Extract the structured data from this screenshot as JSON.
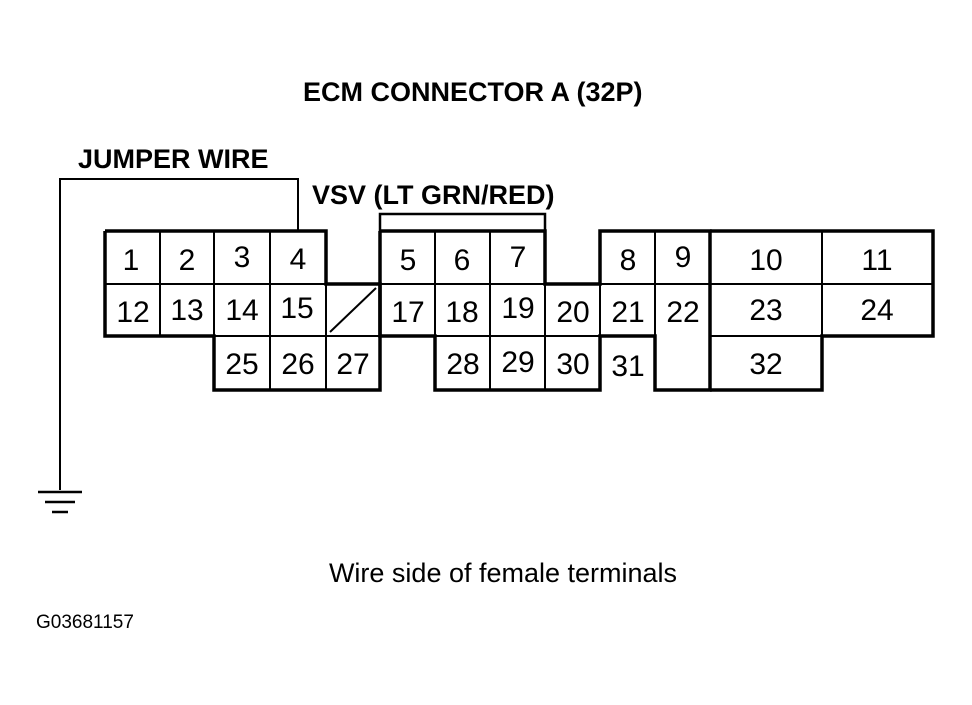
{
  "title": "ECM CONNECTOR A (32P)",
  "jumper_label": "JUMPER WIRE",
  "vsv_label": "VSV (LT GRN/RED)",
  "caption": "Wire side of female terminals",
  "figure_id": "G03681157",
  "pins": {
    "p1": "1",
    "p2": "2",
    "p3": "3",
    "p4": "4",
    "p5": "5",
    "p6": "6",
    "p7": "7",
    "p8": "8",
    "p9": "9",
    "p10": "10",
    "p11": "11",
    "p12": "12",
    "p13": "13",
    "p14": "14",
    "p15": "15",
    "p17": "17",
    "p18": "18",
    "p19": "19",
    "p20": "20",
    "p21": "21",
    "p22": "22",
    "p23": "23",
    "p24": "24",
    "p25": "25",
    "p26": "26",
    "p27": "27",
    "p28": "28",
    "p29": "29",
    "p30": "30",
    "p31": "31",
    "p32": "32"
  }
}
